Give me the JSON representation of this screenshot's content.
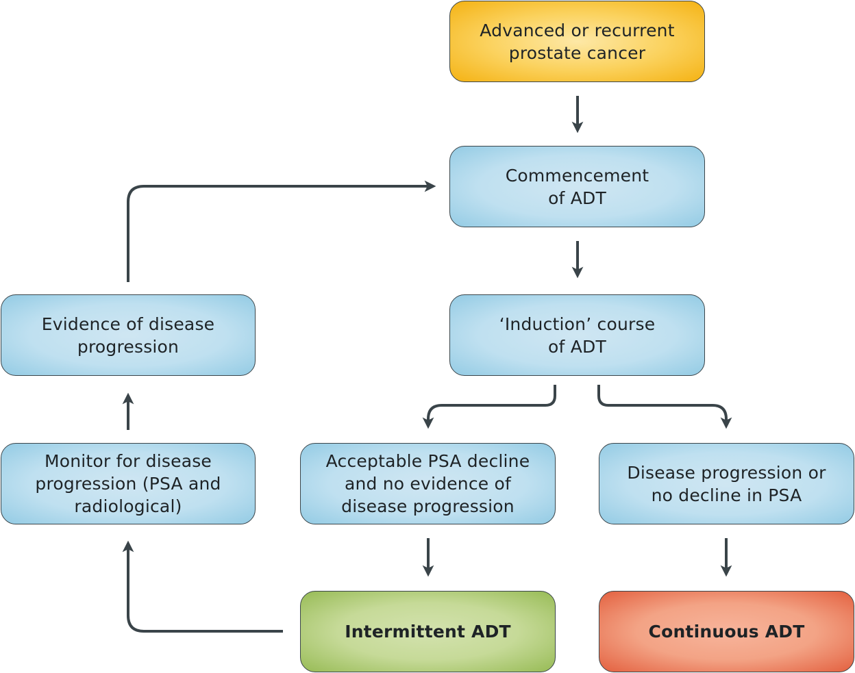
{
  "diagram": {
    "type": "flowchart",
    "arrow_color": "#3a4449",
    "nodes": {
      "start": {
        "lines": [
          "Advanced or recurrent",
          "prostate cancer"
        ],
        "color": "#fbd25e"
      },
      "commence": {
        "lines": [
          "Commencement",
          "of ADT"
        ],
        "color": "#bfe0f0"
      },
      "induction": {
        "lines": [
          "‘Induction’ course",
          "of ADT"
        ],
        "color": "#bfe0f0"
      },
      "evidence": {
        "lines": [
          "Evidence of disease",
          "progression"
        ],
        "color": "#bfe0f0"
      },
      "monitor": {
        "lines": [
          "Monitor for disease",
          "progression (PSA and",
          "radiological)"
        ],
        "color": "#bfe0f0"
      },
      "acceptable": {
        "lines": [
          "Acceptable PSA decline",
          "and no evidence of",
          "disease progression"
        ],
        "color": "#bfe0f0"
      },
      "disease": {
        "lines": [
          "Disease progression or",
          "no decline in PSA"
        ],
        "color": "#bfe0f0"
      },
      "intermittent": {
        "lines": [
          "Intermittent ADT"
        ],
        "color": "#c6da98"
      },
      "continuous": {
        "lines": [
          "Continuous ADT"
        ],
        "color": "#f3a385"
      }
    },
    "edges": [
      {
        "from": "start",
        "to": "commence"
      },
      {
        "from": "commence",
        "to": "induction"
      },
      {
        "from": "induction",
        "to": "acceptable"
      },
      {
        "from": "induction",
        "to": "disease"
      },
      {
        "from": "acceptable",
        "to": "intermittent"
      },
      {
        "from": "disease",
        "to": "continuous"
      },
      {
        "from": "intermittent",
        "to": "monitor"
      },
      {
        "from": "monitor",
        "to": "evidence"
      },
      {
        "from": "evidence",
        "to": "commence"
      }
    ]
  }
}
